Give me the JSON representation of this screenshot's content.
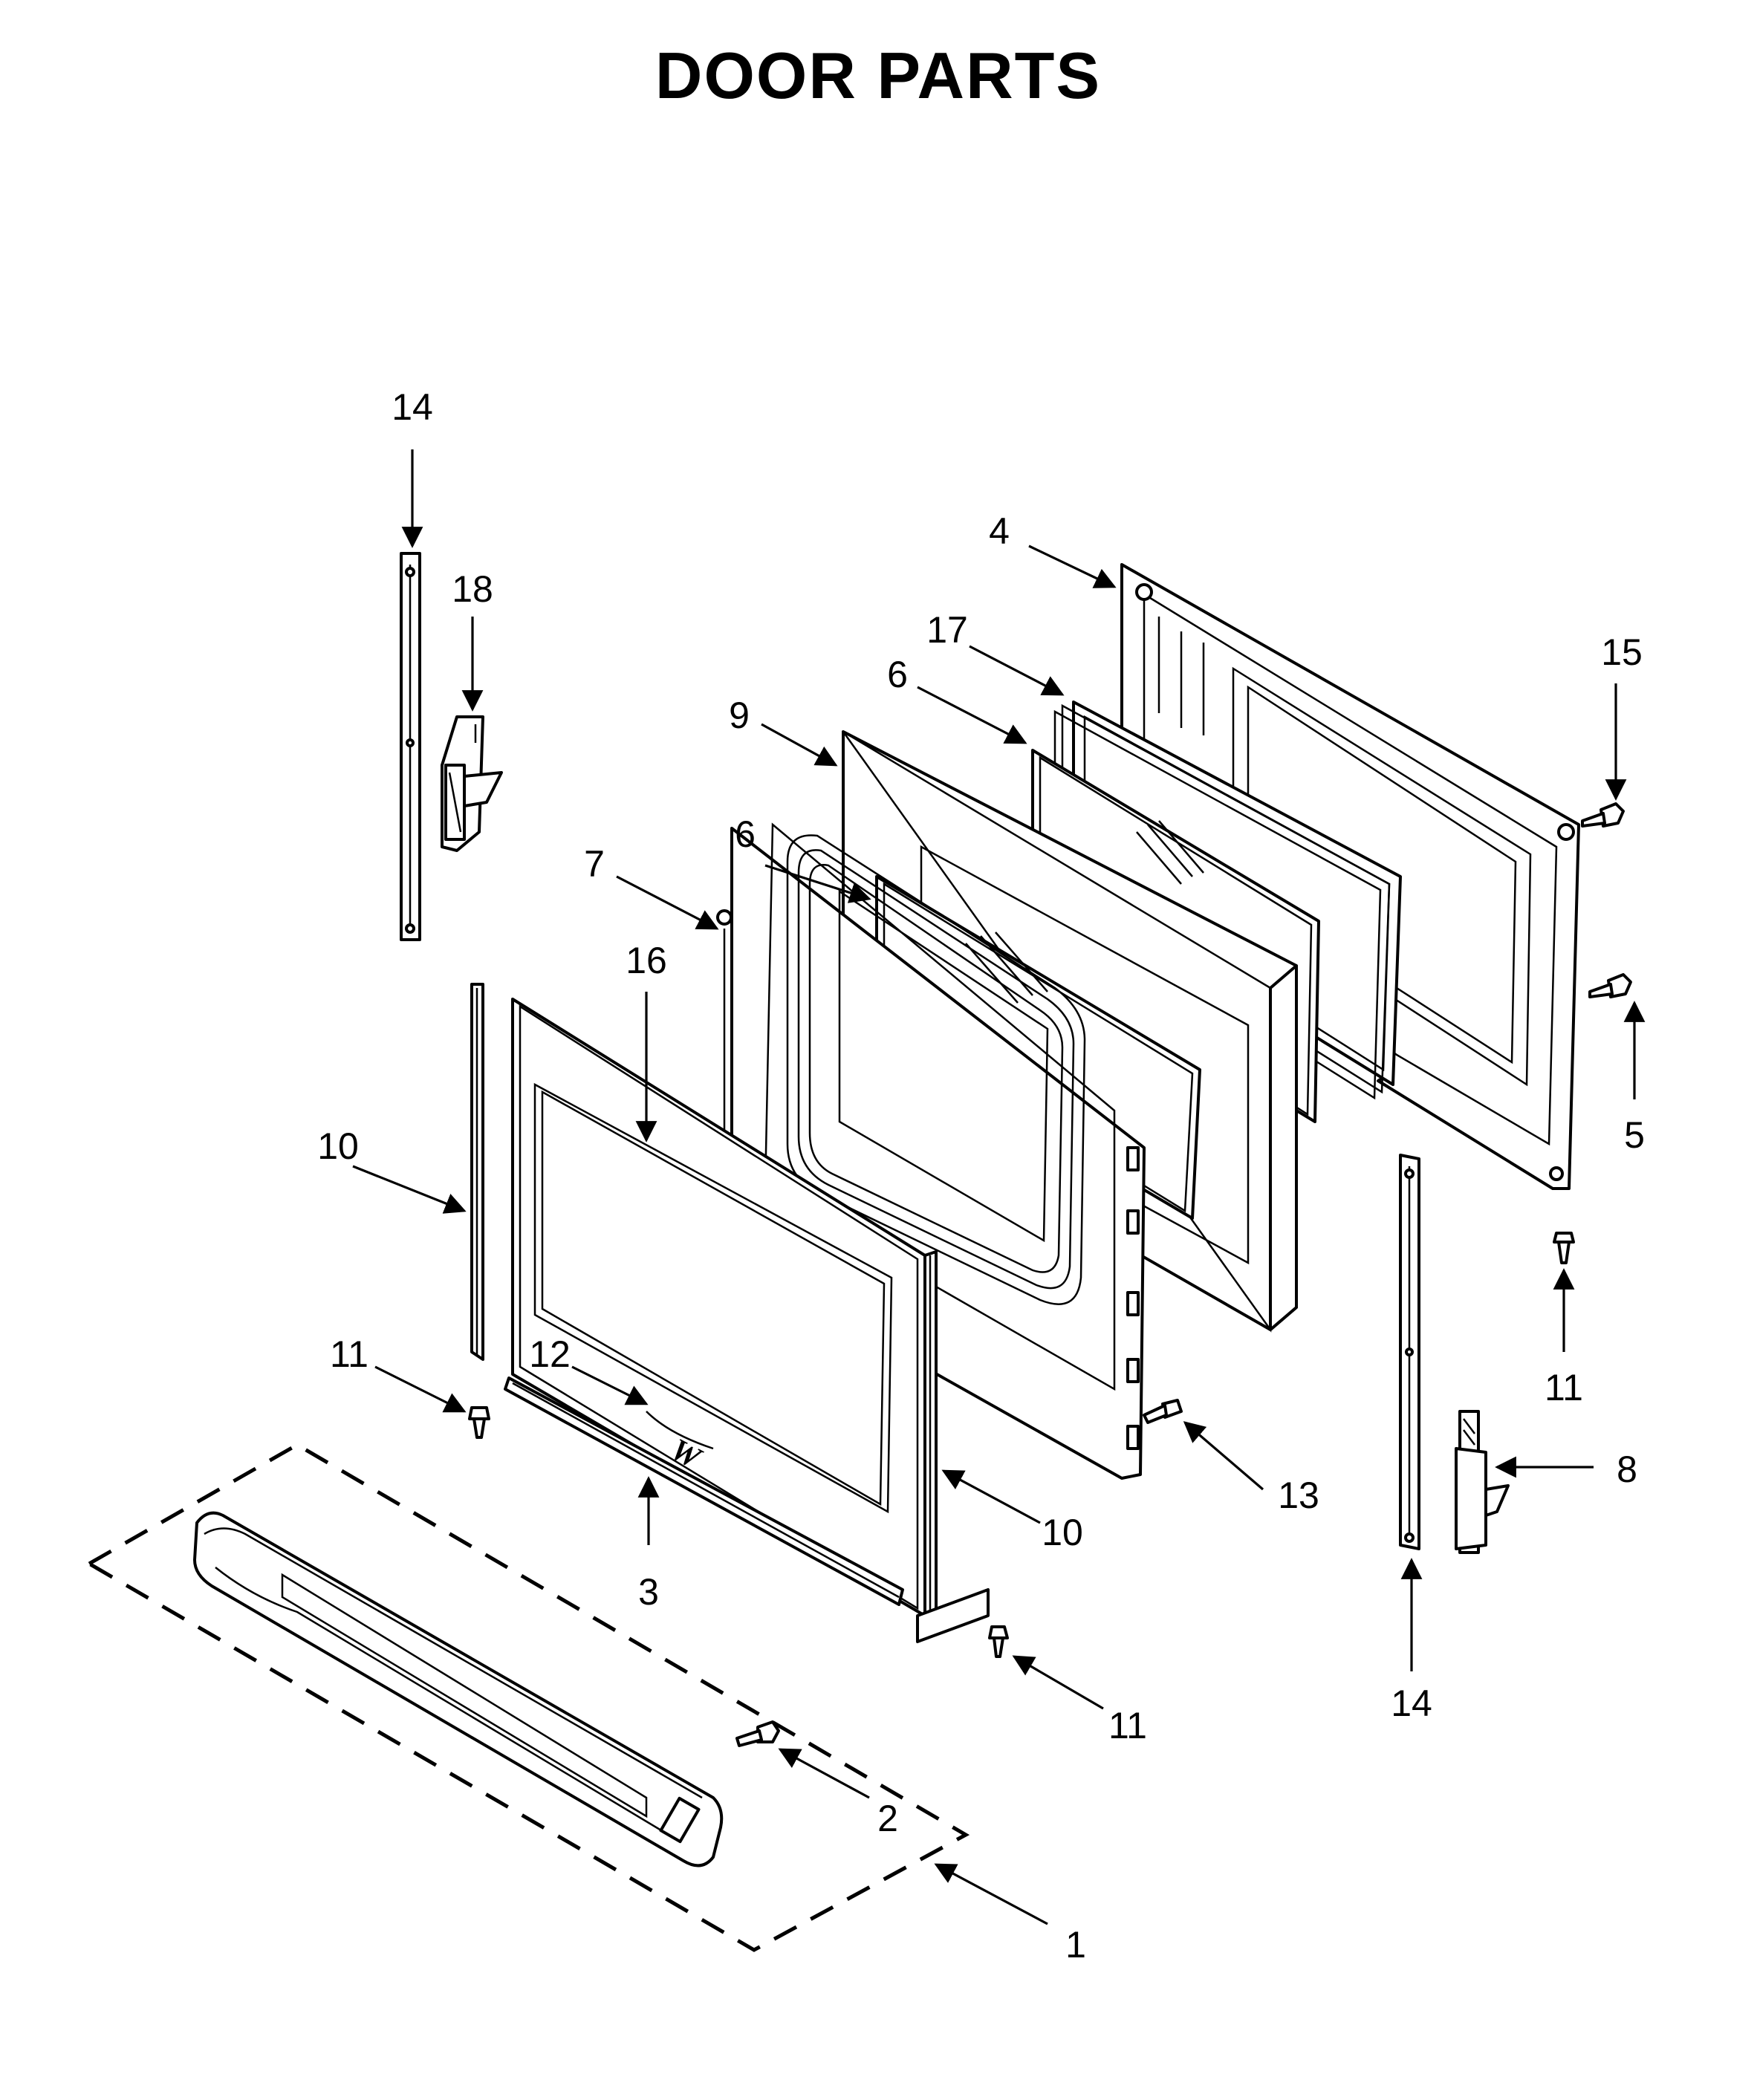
{
  "title": "DOOR  PARTS",
  "callouts": [
    {
      "id": "c1",
      "label": "1"
    },
    {
      "id": "c2",
      "label": "2"
    },
    {
      "id": "c3",
      "label": "3"
    },
    {
      "id": "c4",
      "label": "4"
    },
    {
      "id": "c5",
      "label": "5"
    },
    {
      "id": "c6a",
      "label": "6"
    },
    {
      "id": "c6b",
      "label": "6"
    },
    {
      "id": "c7",
      "label": "7"
    },
    {
      "id": "c8",
      "label": "8"
    },
    {
      "id": "c9",
      "label": "9"
    },
    {
      "id": "c10a",
      "label": "10"
    },
    {
      "id": "c10b",
      "label": "10"
    },
    {
      "id": "c11a",
      "label": "11"
    },
    {
      "id": "c11b",
      "label": "11"
    },
    {
      "id": "c11c",
      "label": "11"
    },
    {
      "id": "c12",
      "label": "12"
    },
    {
      "id": "c13",
      "label": "13"
    },
    {
      "id": "c14a",
      "label": "14"
    },
    {
      "id": "c14b",
      "label": "14"
    },
    {
      "id": "c15",
      "label": "15"
    },
    {
      "id": "c16",
      "label": "16"
    },
    {
      "id": "c17",
      "label": "17"
    },
    {
      "id": "c18",
      "label": "18"
    }
  ]
}
